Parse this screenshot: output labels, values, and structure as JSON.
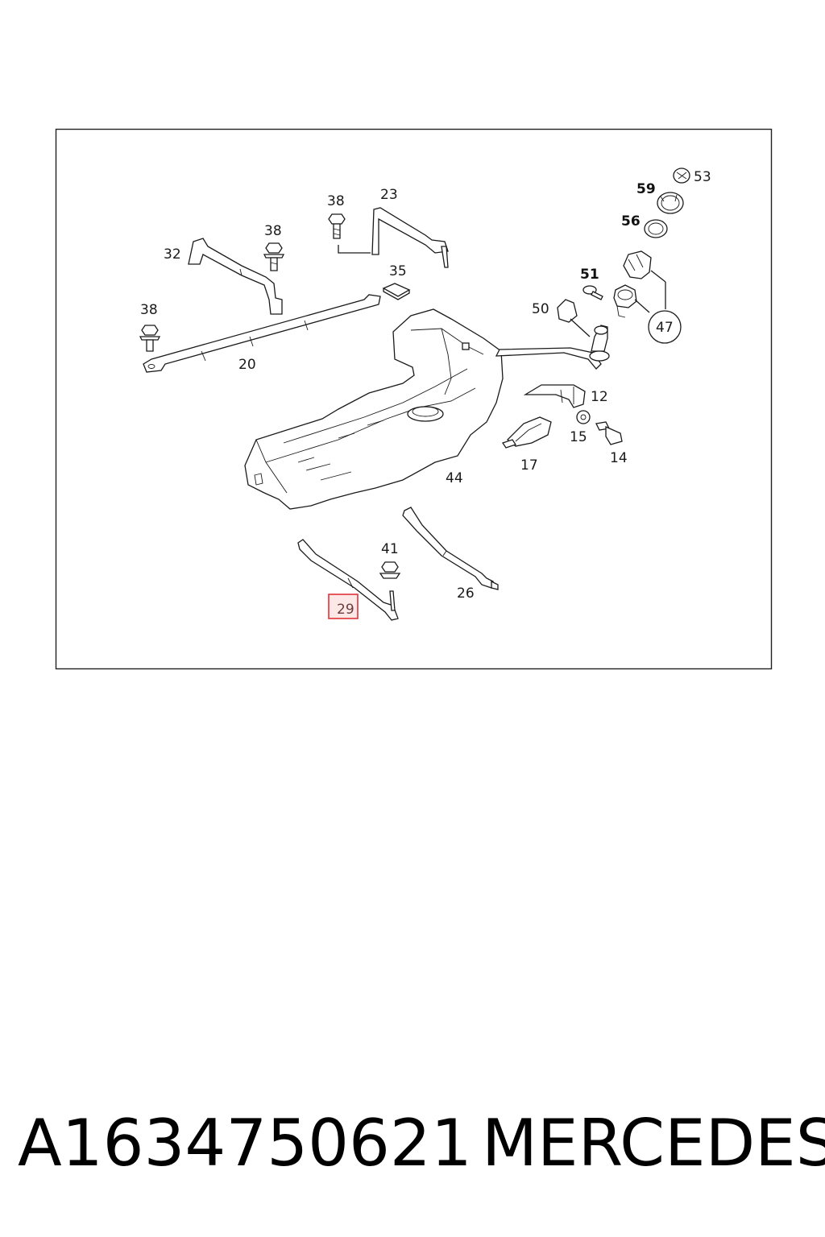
{
  "callouts": {
    "c12": "12",
    "c14": "14",
    "c15": "15",
    "c17": "17",
    "c20": "20",
    "c23": "23",
    "c26": "26",
    "c29": "29",
    "c32": "32",
    "c35": "35",
    "c38a": "38",
    "c38b": "38",
    "c38c": "38",
    "c41": "41",
    "c44": "44",
    "c47": "47",
    "c50": "50",
    "c51": "51",
    "c53": "53",
    "c56": "56",
    "c59": "59"
  },
  "highlight_color": "#e0333a",
  "footer": {
    "part_number": "A1634750621",
    "brand": "MERCEDES"
  }
}
